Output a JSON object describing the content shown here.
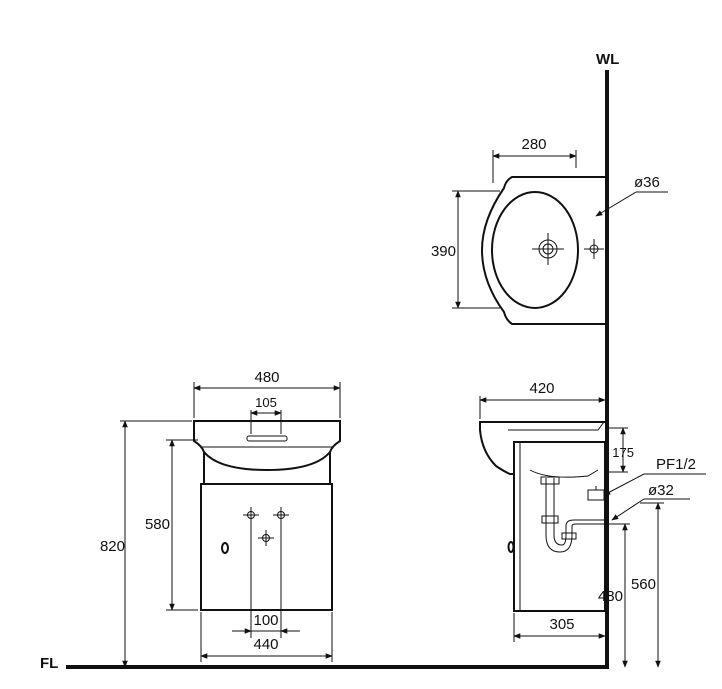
{
  "labels": {
    "wall_line": "WL",
    "floor_line": "FL",
    "connection": "PF1/2"
  },
  "front_view": {
    "width_top": "480",
    "tap_spacing": "105",
    "cabinet_height": "580",
    "total_height": "820",
    "hole_spacing": "100",
    "cabinet_width": "440"
  },
  "top_view": {
    "depth": "280",
    "width": "390",
    "hole_diameter": "ø36"
  },
  "side_view": {
    "projection": "420",
    "basin_height": "175",
    "drain_diameter": "ø32",
    "cabinet_depth": "305",
    "drain_height": "480",
    "supply_height": "560"
  }
}
